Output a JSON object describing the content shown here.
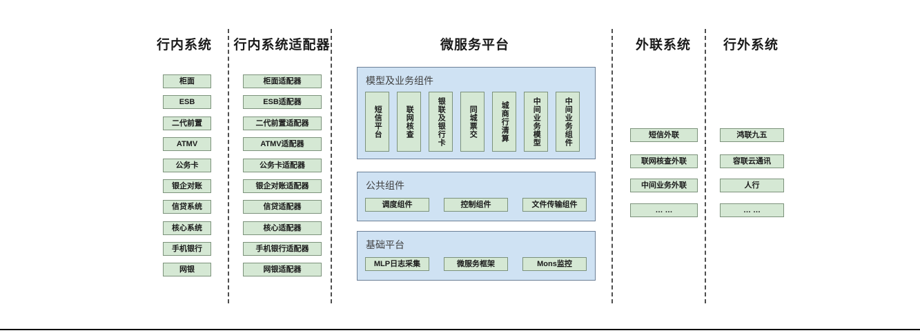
{
  "diagram": {
    "columns": [
      {
        "id": "intra-bank-systems",
        "title": "行内系统",
        "items": [
          "柜面",
          "ESB",
          "二代前置",
          "ATMV",
          "公务卡",
          "银企对账",
          "信贷系统",
          "核心系统",
          "手机银行",
          "网银"
        ]
      },
      {
        "id": "intra-bank-adapters",
        "title": "行内系统适配器",
        "items": [
          "柜面适配器",
          "ESB适配器",
          "二代前置适配器",
          "ATMV适配器",
          "公务卡适配器",
          "银企对账适配器",
          "信贷适配器",
          "核心适配器",
          "手机银行适配器",
          "网银适配器"
        ]
      },
      {
        "id": "microservice-platform",
        "title": "微服务平台",
        "panels": [
          {
            "id": "model-business-components",
            "label": "模型及业务组件",
            "items": [
              "短信平台",
              "联网核查",
              "银联及银行卡",
              "同城票交",
              "城商行清算",
              "中间业务模型",
              "中间业务组件"
            ]
          },
          {
            "id": "public-components",
            "label": "公共组件",
            "items": [
              "调度组件",
              "控制组件",
              "文件传输组件"
            ]
          },
          {
            "id": "base-platform",
            "label": "基础平台",
            "items": [
              "MLP日志采集",
              "微服务框架",
              "Mons监控"
            ]
          }
        ]
      },
      {
        "id": "external-link-systems",
        "title": "外联系统",
        "items": [
          "短信外联",
          "联网核查外联",
          "中间业务外联",
          "… …"
        ]
      },
      {
        "id": "outside-bank-systems",
        "title": "行外系统",
        "items": [
          "鸿联九五",
          "容联云通讯",
          "人行",
          "… …"
        ]
      }
    ],
    "colors": {
      "node_fill": "#d5e8d4",
      "node_border": "#7b917a",
      "panel_fill": "#cfe2f3",
      "panel_border": "#6b7f96",
      "divider": "#4d4d4d",
      "text": "#1a1a1a",
      "panel_label_text": "#404040"
    }
  }
}
